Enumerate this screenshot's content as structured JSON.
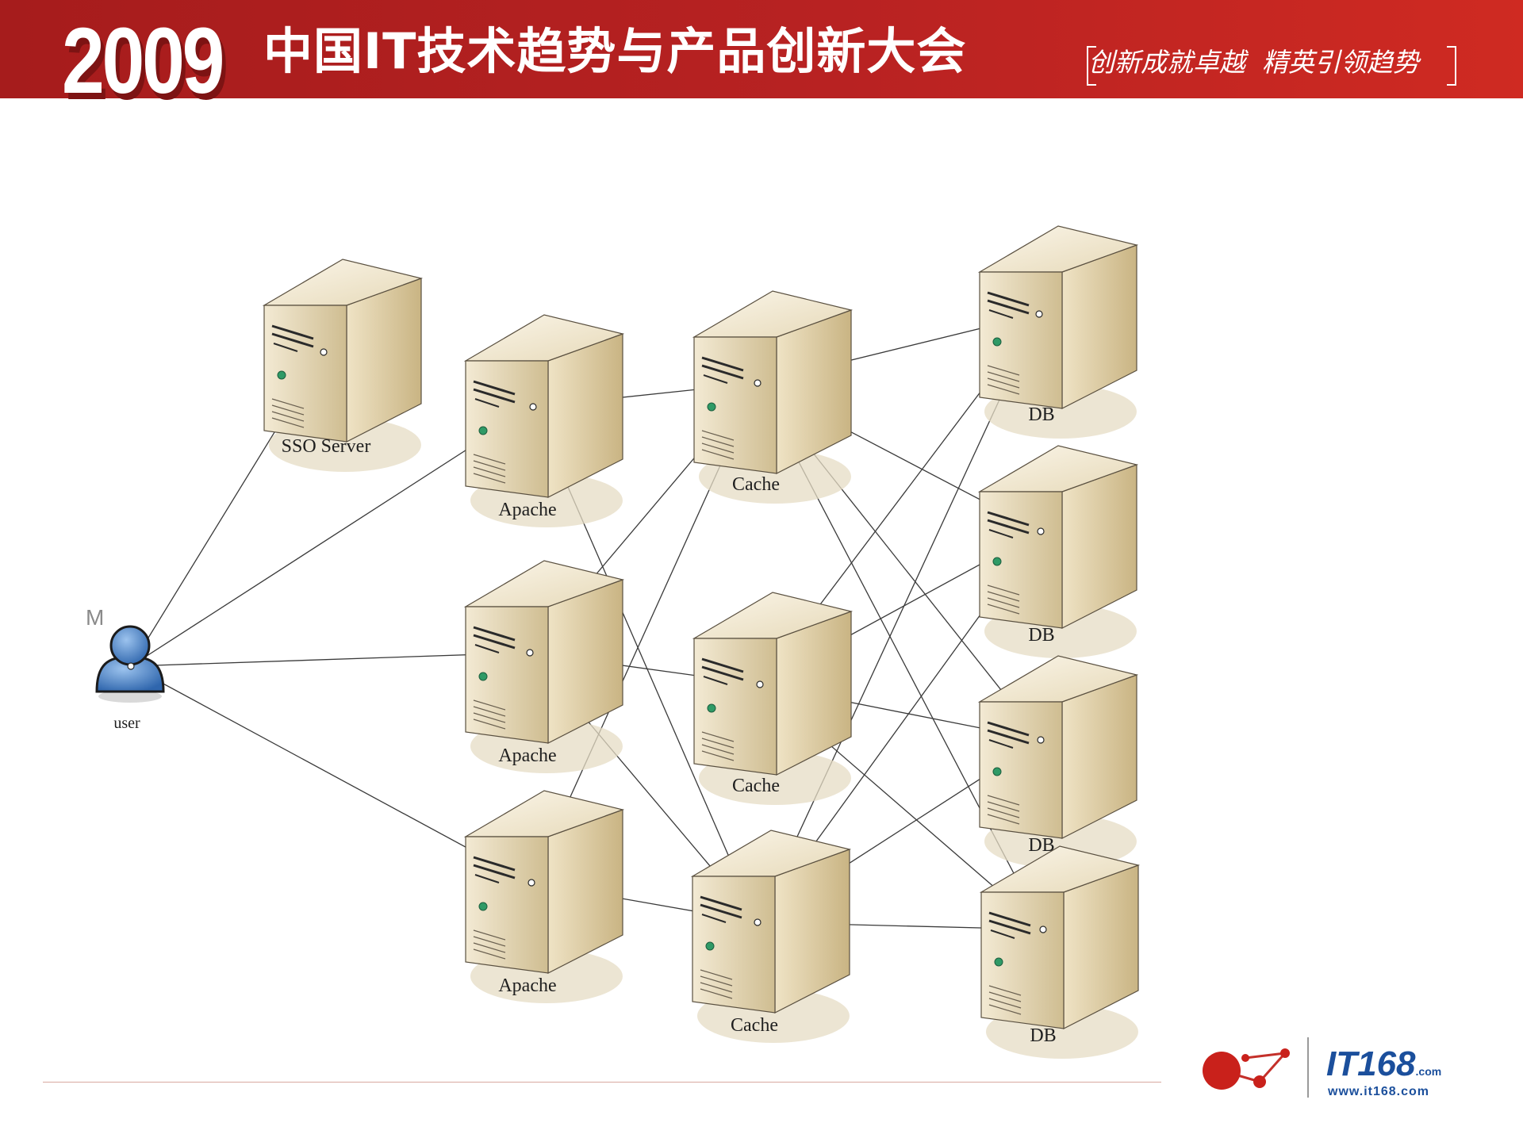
{
  "header": {
    "year": "2009",
    "title": "中国IT技术趋势与产品创新大会",
    "slogan": "创新成就卓越  精英引领趋势"
  },
  "diagram": {
    "marker": "M",
    "nodes": [
      {
        "id": "user",
        "label": "user",
        "type": "user"
      },
      {
        "id": "sso",
        "label": "SSO Server",
        "type": "server"
      },
      {
        "id": "apache1",
        "label": "Apache",
        "type": "server"
      },
      {
        "id": "apache2",
        "label": "Apache",
        "type": "server"
      },
      {
        "id": "apache3",
        "label": "Apache",
        "type": "server"
      },
      {
        "id": "cache1",
        "label": "Cache",
        "type": "server"
      },
      {
        "id": "cache2",
        "label": "Cache",
        "type": "server"
      },
      {
        "id": "cache3",
        "label": "Cache",
        "type": "server"
      },
      {
        "id": "db1",
        "label": "DB",
        "type": "server"
      },
      {
        "id": "db2",
        "label": "DB",
        "type": "server"
      },
      {
        "id": "db3",
        "label": "DB",
        "type": "server"
      },
      {
        "id": "db4",
        "label": "DB",
        "type": "server"
      }
    ],
    "edges": [
      [
        "user",
        "sso"
      ],
      [
        "user",
        "apache1"
      ],
      [
        "user",
        "apache2"
      ],
      [
        "user",
        "apache3"
      ],
      [
        "apache1",
        "cache1"
      ],
      [
        "apache1",
        "cache3"
      ],
      [
        "apache2",
        "cache1"
      ],
      [
        "apache2",
        "cache2"
      ],
      [
        "apache2",
        "cache3"
      ],
      [
        "apache3",
        "cache1"
      ],
      [
        "apache3",
        "cache3"
      ],
      [
        "cache1",
        "db1"
      ],
      [
        "cache1",
        "db2"
      ],
      [
        "cache1",
        "db3"
      ],
      [
        "cache1",
        "db4"
      ],
      [
        "cache2",
        "db1"
      ],
      [
        "cache2",
        "db2"
      ],
      [
        "cache2",
        "db3"
      ],
      [
        "cache2",
        "db4"
      ],
      [
        "cache3",
        "db1"
      ],
      [
        "cache3",
        "db2"
      ],
      [
        "cache3",
        "db3"
      ],
      [
        "cache3",
        "db4"
      ]
    ]
  },
  "footer": {
    "brand": "IT168",
    "brand_suffix": ".com",
    "url": "www.it168.com"
  },
  "colors": {
    "banner": "#b82222",
    "server_front": "#d9cba6",
    "server_side": "#e9dcbb",
    "line": "#3a3a3a",
    "user": "#4a7fc0"
  }
}
